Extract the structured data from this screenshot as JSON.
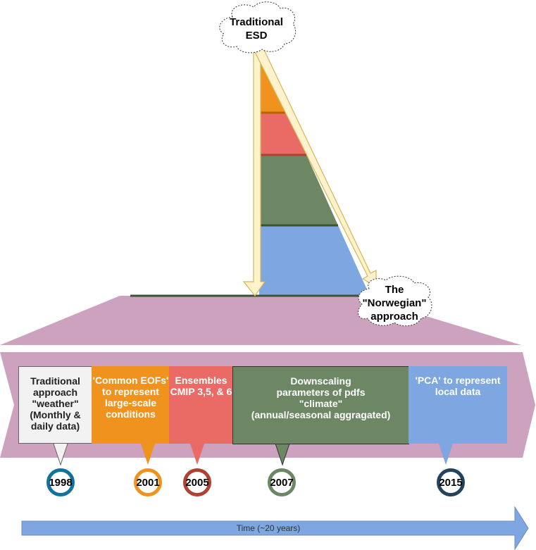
{
  "top_cloud": {
    "label": "Traditional\nESD"
  },
  "bottom_cloud": {
    "label": "The\n\"Norwegian\"\napproach"
  },
  "boxes": [
    {
      "label": "Traditional\napproach\n\"weather\"\n(Monthly &\ndaily data)",
      "color": "#f2f2f2",
      "text_color": "#222222"
    },
    {
      "label": "'Common EOFs'\nto represent\nlarge-scale\nconditions",
      "color": "#f0931e",
      "text_color": "#ffffff"
    },
    {
      "label": "Ensembles\nCMIP 3,5, & 6",
      "color": "#ea6b66",
      "text_color": "#ffffff"
    },
    {
      "label": "Downscaling\nparameters of pdfs\n\"climate\"\n(annual/seasonal aggragated)",
      "color": "#6d8764",
      "text_color": "#ffffff"
    },
    {
      "label": "'PCA' to represent\nlocal data",
      "color": "#7ea6e0",
      "text_color": "#ffffff"
    }
  ],
  "years": [
    {
      "label": "1998",
      "color": "#10739e"
    },
    {
      "label": "2001",
      "color": "#f0931e"
    },
    {
      "label": "2005",
      "color": "#ae4132"
    },
    {
      "label": "2007",
      "color": "#6d8764"
    },
    {
      "label": "2015",
      "color": "#23445d"
    }
  ],
  "time_axis": {
    "label": "Time (~20 years)"
  },
  "colors": {
    "band": "#cda2be",
    "arrow": "#7ea6e0",
    "highlight_arrow": "#fff2cc"
  }
}
